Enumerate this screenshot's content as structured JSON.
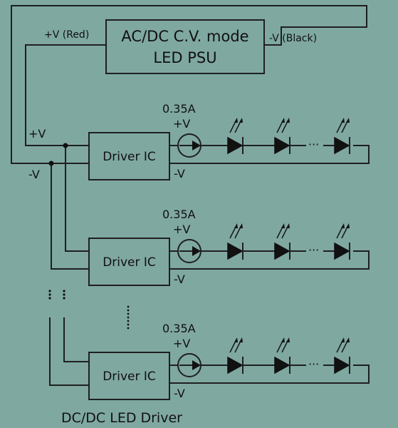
{
  "psu": {
    "title_line1": "AC/DC C.V. mode",
    "title_line2": "LED PSU",
    "pos_label": "+V (Red)",
    "neg_label": "-V (Black)"
  },
  "bus": {
    "pos_label": "+V",
    "neg_label": "-V"
  },
  "drivers": [
    {
      "ic_label": "Driver IC",
      "current": "0.35A",
      "pos_label": "+V",
      "neg_label": "-V",
      "ellipsis": "···"
    },
    {
      "ic_label": "Driver IC",
      "current": "0.35A",
      "pos_label": "+V",
      "neg_label": "-V",
      "ellipsis": "···"
    },
    {
      "ic_label": "Driver IC",
      "current": "0.35A",
      "pos_label": "+V",
      "neg_label": "-V",
      "ellipsis": "···"
    }
  ],
  "footer_label": "DC/DC LED Driver",
  "colors": {
    "background": "#7fa8a1",
    "line": "#1f1f1f"
  }
}
